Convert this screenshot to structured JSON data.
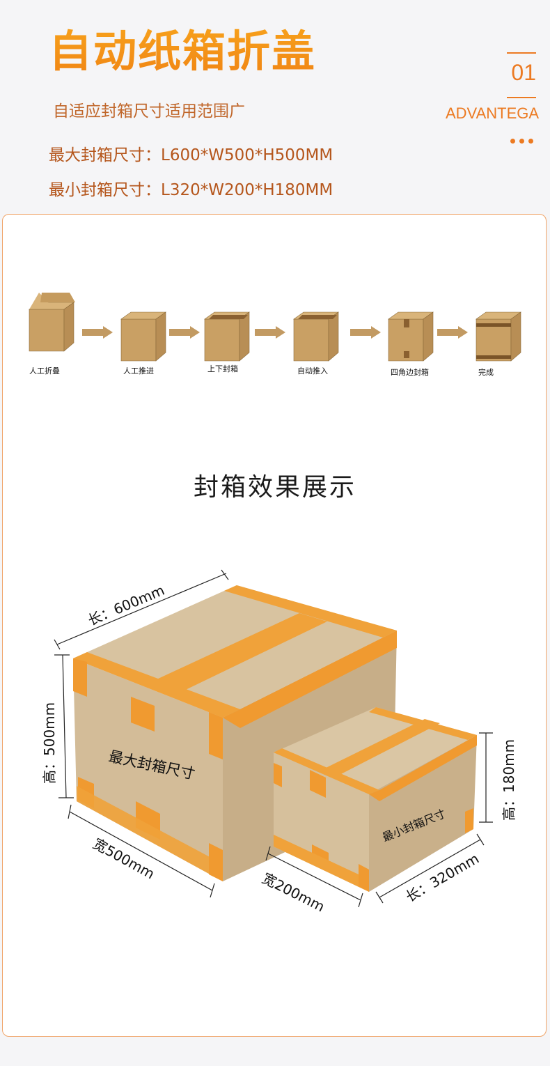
{
  "header": {
    "title": "自动纸箱折盖",
    "subtitle": "自适应封箱尺寸适用范围广",
    "max_size": "最大封箱尺寸：L600*W500*H500MM",
    "min_size": "最小封箱尺寸：L320*W200*H180MM"
  },
  "badge": {
    "number": "01",
    "label": "ADVANTEGA",
    "accent": "#ec7a22"
  },
  "process": {
    "steps": [
      "人工折叠",
      "人工推进",
      "上下封箱",
      "自动推入",
      "四角边封箱",
      "完成"
    ]
  },
  "showcase": {
    "title": "封箱效果展示",
    "large_box": {
      "label": "最大封箱尺寸",
      "length": "长：600mm",
      "width": "宽500mm",
      "height": "高：500mm"
    },
    "small_box": {
      "label": "最小封箱尺寸",
      "length": "长：320mm",
      "width": "宽200mm",
      "height": "高：180mm"
    }
  }
}
